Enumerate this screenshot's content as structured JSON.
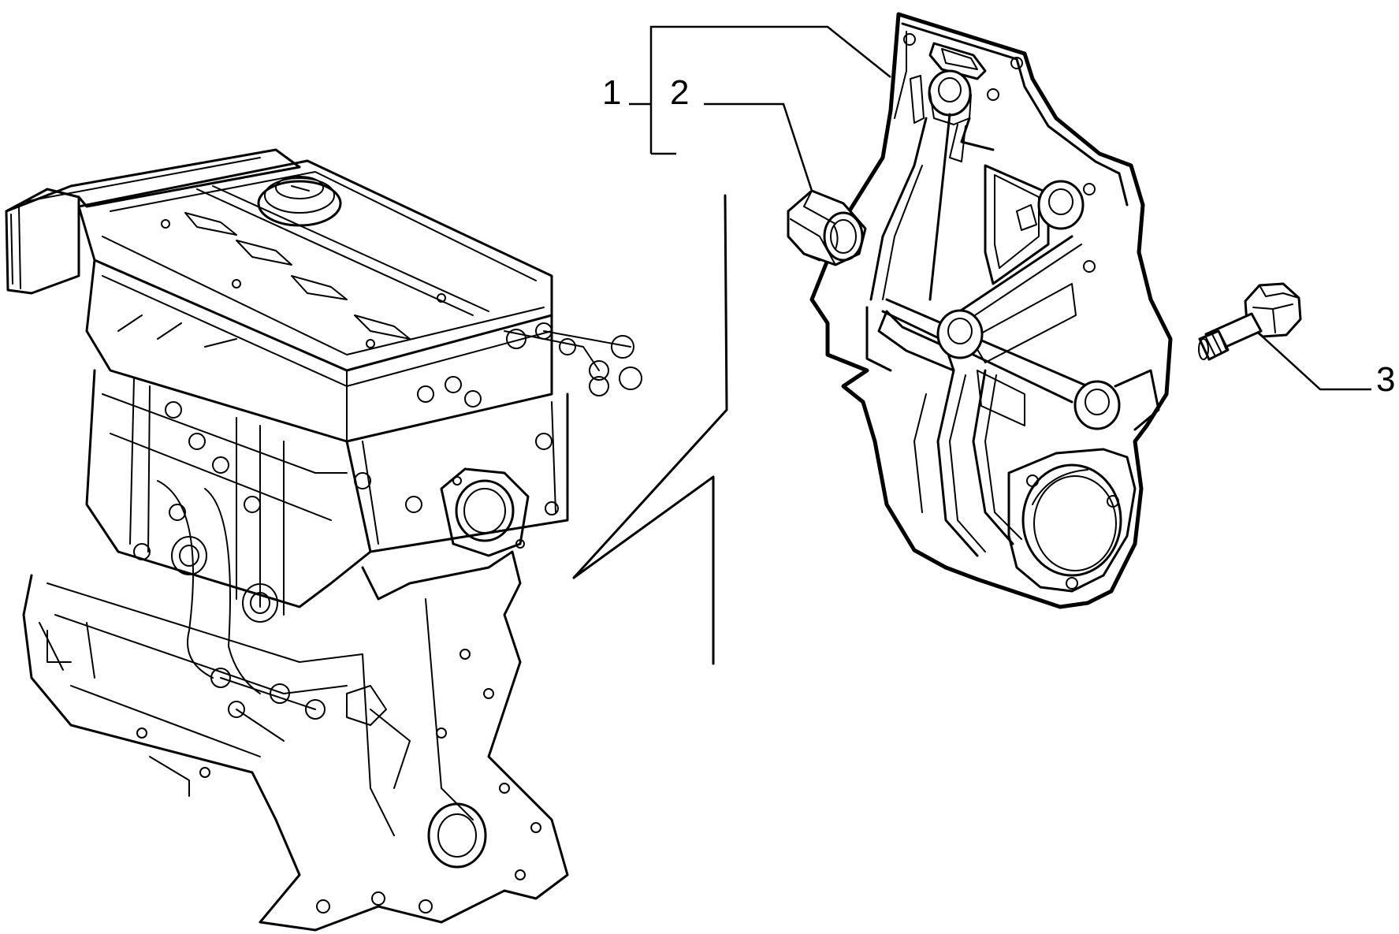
{
  "diagram": {
    "callouts": [
      {
        "number": "1",
        "part": "engine-mounting-bracket"
      },
      {
        "number": "2",
        "part": "bushing"
      },
      {
        "number": "3",
        "part": "bolt"
      }
    ]
  }
}
